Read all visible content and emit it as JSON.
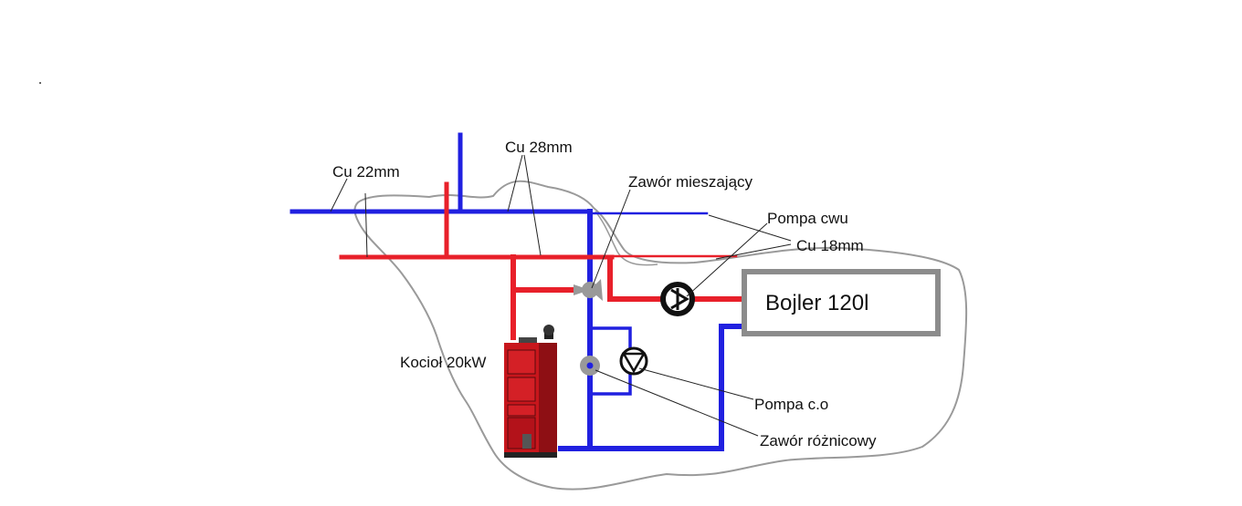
{
  "labels": {
    "cu22": "Cu 22mm",
    "cu28": "Cu 28mm",
    "zawor_mieszajacy": "Zawór mieszający",
    "pompa_cwu": "Pompa cwu",
    "cu18": "Cu 18mm",
    "bojler": "Bojler 120l",
    "kociol": "Kocioł 20kW",
    "pompa_co": "Pompa c.o",
    "zawor_roznicowy": "Zawór różnicowy"
  },
  "colors": {
    "hot_pipe": "#e8202a",
    "cold_pipe": "#2020e0",
    "outline": "#9a9a9a",
    "boiler_box": "#8c8c8c",
    "pump": "#111111",
    "valve": "#999999",
    "leader": "#222222",
    "kociol_body": "#c8161c"
  },
  "icons": {
    "pump_cwu": "pump-icon",
    "pump_co": "pump-icon",
    "mixing_valve": "valve-icon",
    "diff_valve": "valve-icon",
    "boiler": "boiler-heater-icon"
  }
}
